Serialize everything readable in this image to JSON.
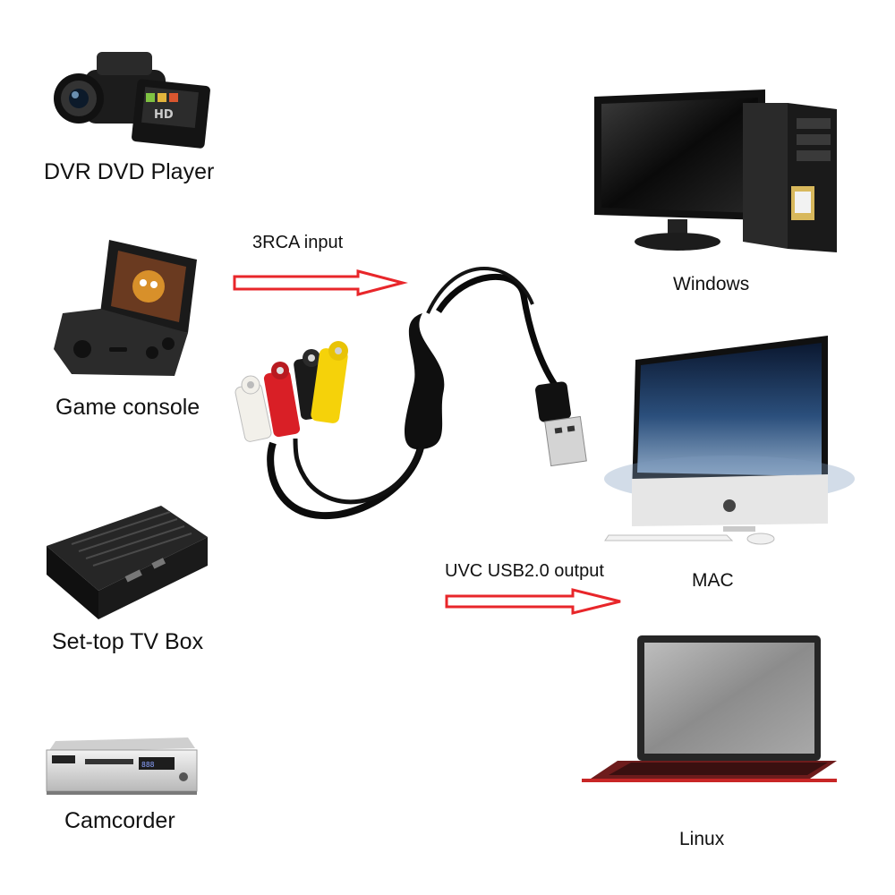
{
  "sources": [
    {
      "label": "DVR DVD Player",
      "icon": "camcorder-icon"
    },
    {
      "label": "Game console",
      "icon": "handheld-console-icon"
    },
    {
      "label": "Set-top TV Box",
      "icon": "settop-box-icon"
    },
    {
      "label": "Camcorder",
      "icon": "dvd-player-icon"
    }
  ],
  "targets": [
    {
      "label": "Windows",
      "icon": "desktop-pc-icon"
    },
    {
      "label": "MAC",
      "icon": "imac-icon"
    },
    {
      "label": "Linux",
      "icon": "laptop-icon"
    }
  ],
  "arrows": {
    "input_label": "3RCA input",
    "output_label": "UVC USB2.0 output",
    "color": "#e8262a"
  },
  "device": {
    "icon": "usb-video-capture-cable-icon",
    "connector_colors": [
      "#f2f0ea",
      "#d91f26",
      "#1a1a1a",
      "#f5d20a"
    ]
  }
}
